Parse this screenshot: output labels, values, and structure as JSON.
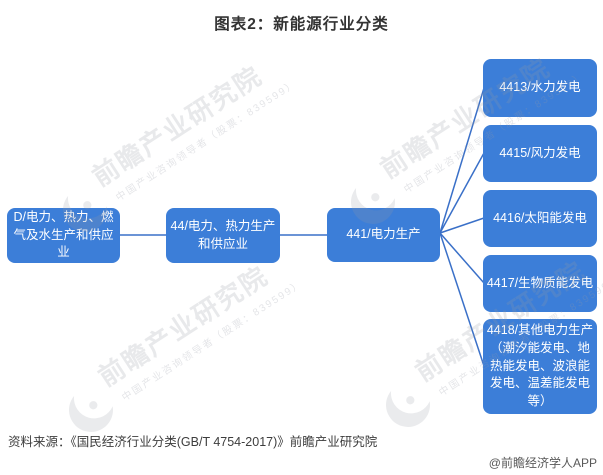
{
  "title": "图表2：新能源行业分类",
  "diagram": {
    "nodes": {
      "level1": "D/电力、热力、燃气及水生产和供应业",
      "level2": "44/电力、热力生产和供应业",
      "level3": "441/电力生产",
      "leaves": [
        "4413/水力发电",
        "4415/风力发电",
        "4416/太阳能发电",
        "4417/生物质能发电",
        "4418/其他电力生产（潮汐能发电、地热能发电、波浪能发电、温差能发电等）"
      ]
    },
    "colors": {
      "node_bg": "#3c7ed8",
      "node_text": "#ffffff",
      "connector": "#3a70c8"
    }
  },
  "watermark": {
    "text": "前瞻产业研究院",
    "subtext": "中国产业咨询领导者（股票：839599）"
  },
  "footer": {
    "source": "资料来源：《国民经济行业分类(GB/T 4754-2017)》前瞻产业研究院",
    "credit": "@前瞻经济学人APP"
  }
}
